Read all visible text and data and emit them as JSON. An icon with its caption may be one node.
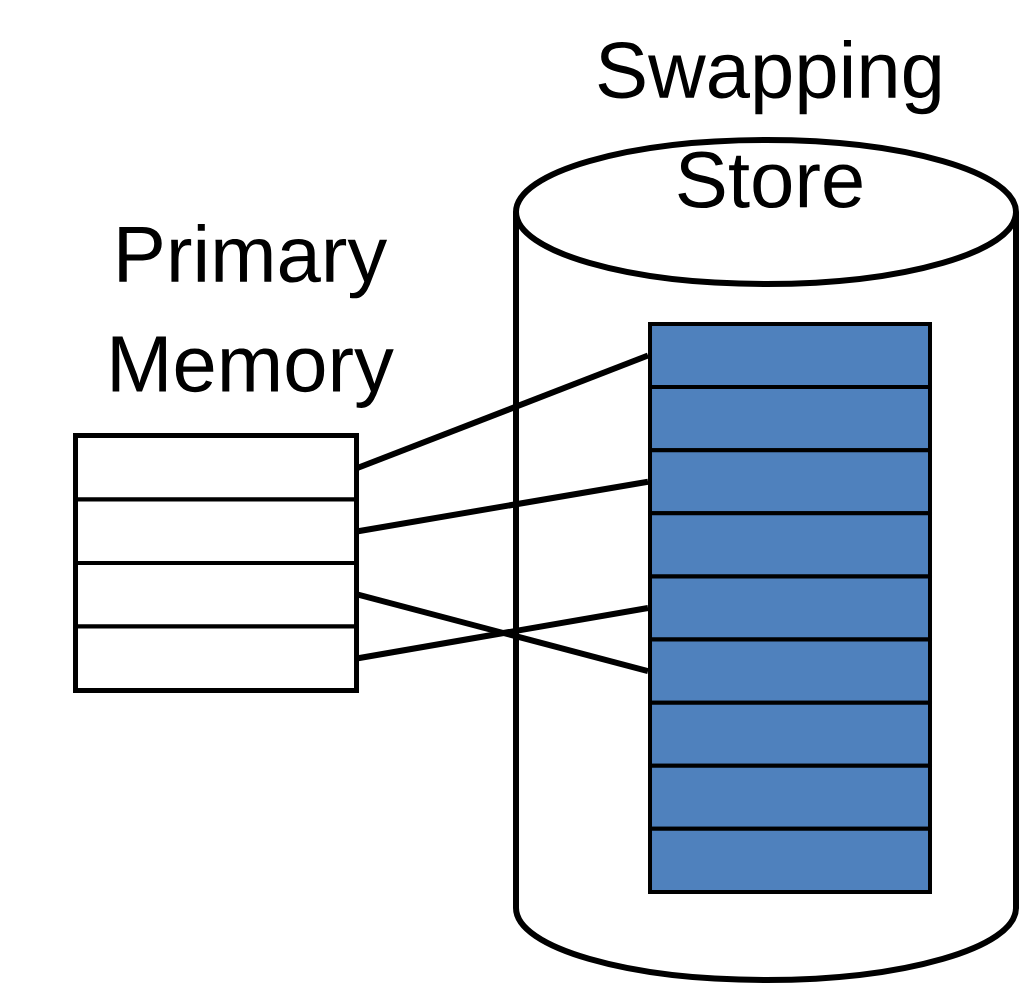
{
  "diagram": {
    "nodes": [
      {
        "text": [
          "Primary Memory"
        ]
      },
      {
        "text": [],
        "shape": "box",
        "in": 0
      },
      {
        "text": [],
        "shape": "box",
        "in": 0
      },
      {
        "text": [],
        "shape": "box",
        "in": 0
      },
      {
        "text": [],
        "shape": "box",
        "in": 0
      },
      {
        "text": [
          "Swapping Store"
        ]
      },
      {
        "text": [],
        "shape": "box",
        "in": 5
      },
      {
        "text": [],
        "shape": "box",
        "in": 5
      },
      {
        "text": [],
        "shape": "box",
        "in": 5
      },
      {
        "text": [],
        "shape": "box",
        "in": 5
      },
      {
        "text": [],
        "shape": "box",
        "in": 5
      },
      {
        "text": [],
        "shape": "box",
        "in": 5
      },
      {
        "text": [],
        "shape": "box",
        "in": 5
      },
      {
        "text": [],
        "shape": "box",
        "in": 5
      },
      {
        "text": [],
        "shape": "box",
        "in": 5
      }
    ],
    "edges": [
      {
        "from": 1,
        "to": 6,
        "arrow": "none"
      },
      {
        "from": 2,
        "to": 8,
        "arrow": "none"
      },
      {
        "from": 3,
        "to": 11,
        "arrow": "none"
      },
      {
        "from": 4,
        "to": 10,
        "arrow": "none"
      }
    ]
  }
}
